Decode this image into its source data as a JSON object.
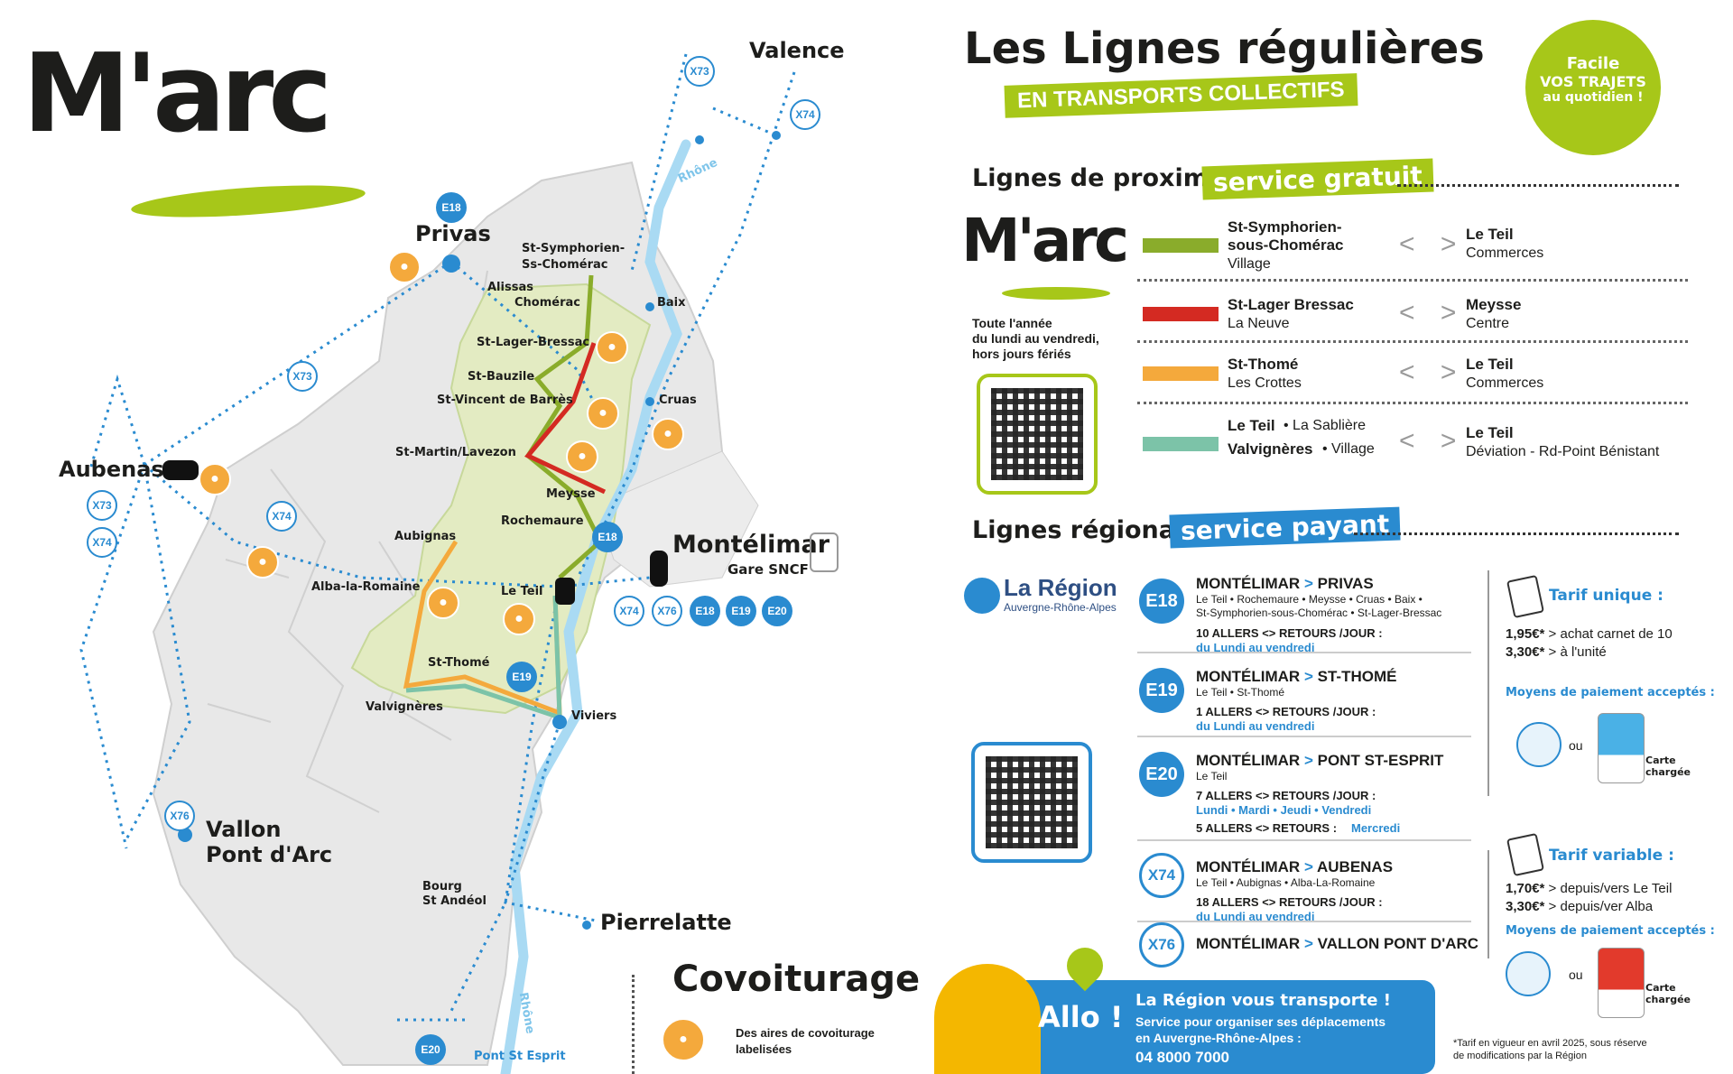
{
  "logo": {
    "text": "M'arc"
  },
  "header": {
    "title": "Les Lignes régulières",
    "subtitle": "EN TRANSPORTS COLLECTIFS"
  },
  "badge_round": {
    "l1": "Facile",
    "l2": "VOS TRAJETS",
    "l3": "au quotidien !"
  },
  "proximite": {
    "title": "Lignes de proximité",
    "tag": "service gratuit",
    "logo": "M'arc",
    "notes": [
      "Toute l'année",
      "du lundi au vendredi,",
      "hors jours fériés"
    ],
    "lines": [
      {
        "color": "#8aac2b",
        "from_bold": "St-Symphorien-",
        "from_bold2": "sous-Chomérac",
        "from_sub": "Village",
        "arrows": "< >",
        "to_bold": "Le Teil",
        "to_sub": "Commerces"
      },
      {
        "color": "#d42a22",
        "from_bold": "St-Lager Bressac",
        "from_sub": "La Neuve",
        "arrows": "< >",
        "to_bold": "Meysse",
        "to_sub": "Centre"
      },
      {
        "color": "#f4a93c",
        "from_bold": "St-Thomé",
        "from_sub": "Les Crottes",
        "arrows": "< >",
        "to_bold": "Le Teil",
        "to_sub": "Commerces"
      },
      {
        "color": "#7cc3a8",
        "from_bold": "Le Teil",
        "from_extra": "• La Sablière",
        "from_bold2": "Valvignères",
        "from_extra2": "• Village",
        "arrows": "< >",
        "to_bold": "Le Teil",
        "to_sub": "Déviation - Rd-Point Bénistant"
      }
    ]
  },
  "regionales": {
    "title": "Lignes régionales",
    "tag": "service payant",
    "region_name": "La Région",
    "region_sub": "Auvergne-Rhône-Alpes",
    "routes": [
      {
        "code": "E18",
        "from": "MONTÉLIMAR",
        "sep": ">",
        "to": "PRIVAS",
        "stops1": "Le Teil • Rochemaure • Meysse • Cruas • Baix •",
        "stops2": "St-Symphorien-sous-Chomérac • St-Lager-Bressac",
        "freq": "10 ALLERS <> RETOURS /JOUR :",
        "days": "du Lundi au vendredi"
      },
      {
        "code": "E19",
        "from": "MONTÉLIMAR",
        "sep": ">",
        "to": "ST-THOMÉ",
        "stops1": "Le Teil • St-Thomé",
        "freq": "1 ALLERS <> RETOURS /JOUR :",
        "days": "du Lundi au vendredi"
      },
      {
        "code": "E20",
        "from": "MONTÉLIMAR",
        "sep": ">",
        "to": "PONT ST-ESPRIT",
        "stops1": "Le Teil",
        "freq": "7 ALLERS <> RETOURS /JOUR :",
        "days": "Lundi • Mardi • Jeudi • Vendredi",
        "freq2": "5 ALLERS <> RETOURS :",
        "days2": "Mercredi"
      },
      {
        "code": "X74",
        "from": "MONTÉLIMAR",
        "sep": ">",
        "to": "AUBENAS",
        "stops1": "Le Teil • Aubignas • Alba-La-Romaine",
        "freq": "18 ALLERS <> RETOURS /JOUR :",
        "days": "du Lundi au vendredi"
      },
      {
        "code": "X76",
        "from": "MONTÉLIMAR",
        "sep": ">",
        "to": "VALLON PONT D'ARC"
      }
    ],
    "tarif_unique": {
      "title": "Tarif unique :",
      "p1": "1,95€*",
      "p1t": "> achat carnet de 10",
      "p2": "3,30€*",
      "p2t": "> à l'unité",
      "pay": "Moyens de paiement acceptés :",
      "ou": "ou",
      "card": "Carte chargée"
    },
    "tarif_variable": {
      "title": "Tarif variable :",
      "p1": "1,70€*",
      "p1t": "> depuis/vers Le Teil",
      "p2": "3,30€*",
      "p2t": "> depuis/ver Alba",
      "pay": "Moyens de paiement acceptés :",
      "ou": "ou",
      "card": "Carte chargée"
    },
    "footnote1": "*Tarif en vigueur en avril 2025, sous réserve",
    "footnote2": "de modifications par la Région"
  },
  "allo": {
    "word": "Allo !",
    "l1": "La Région vous transporte !",
    "l2": "Service pour organiser ses déplacements",
    "l3": "en Auvergne-Rhône-Alpes :",
    "phone": "04 8000 7000"
  },
  "covoiturage": {
    "title": "Covoiturage",
    "l1": "Des aires de covoiturage",
    "l2": "labelisées"
  },
  "map": {
    "big": {
      "valence": "Valence",
      "privas": "Privas",
      "aubenas": "Aubenas",
      "montelimar": "Montélimar",
      "gare": "Gare SNCF",
      "vallon1": "Vallon",
      "vallon2": "Pont d'Arc",
      "pierrelatte": "Pierrelatte"
    },
    "small": {
      "stsym1": "St-Symphorien-",
      "stsym2": "Ss-Chomérac",
      "alissas": "Alissas",
      "chomerac": "Chomérac",
      "baix": "Baix",
      "stlager": "St-Lager-Bressac",
      "stbauzile": "St-Bauzile",
      "stvincent": "St-Vincent de Barrès",
      "cruas": "Cruas",
      "stmartin": "St-Martin/Lavezon",
      "meysse": "Meysse",
      "rochemaure": "Rochemaure",
      "aubignas": "Aubignas",
      "alba": "Alba-la-Romaine",
      "leteil": "Le Teil",
      "stthome": "St-Thomé",
      "valvigneres": "Valvignères",
      "viviers": "Viviers",
      "bourg1": "Bourg",
      "bourg2": "St Andéol",
      "pontst": "Pont St Esprit",
      "rhone1": "Rhône",
      "rhone2": "Rhône"
    },
    "badges": {
      "x73a": "X73",
      "x74a": "X74",
      "e18a": "E18",
      "x73b": "X73",
      "x73c": "X73",
      "x74b": "X74",
      "x74c": "X74",
      "e18b": "E18",
      "x74d": "X74",
      "x76a": "X76",
      "e18c": "E18",
      "e19a": "E19",
      "e20a": "E20",
      "e19b": "E19",
      "x76b": "X76",
      "e20b": "E20"
    }
  }
}
